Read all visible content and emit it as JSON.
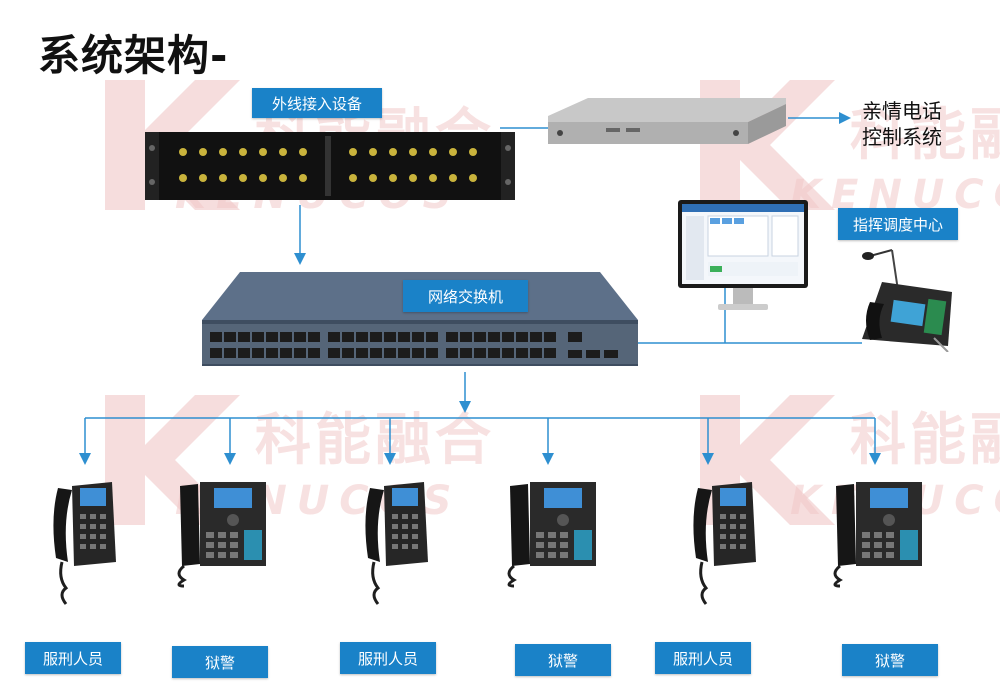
{
  "title": "系统架构-",
  "watermark": {
    "cn": "科能融合",
    "en": "KENUCOS"
  },
  "nodes": {
    "external": "外线接入设备",
    "family_system": [
      "亲情电话",
      "控制系统"
    ],
    "dispatch": "指挥调度中心",
    "switch": "网络交换机"
  },
  "endpoints": [
    {
      "label": "服刑人员"
    },
    {
      "label": "狱警"
    },
    {
      "label": "服刑人员"
    },
    {
      "label": "狱警"
    },
    {
      "label": "服刑人员"
    },
    {
      "label": "狱警"
    }
  ],
  "colors": {
    "accent": "#1a82c8",
    "line": "#2e8fd0"
  }
}
